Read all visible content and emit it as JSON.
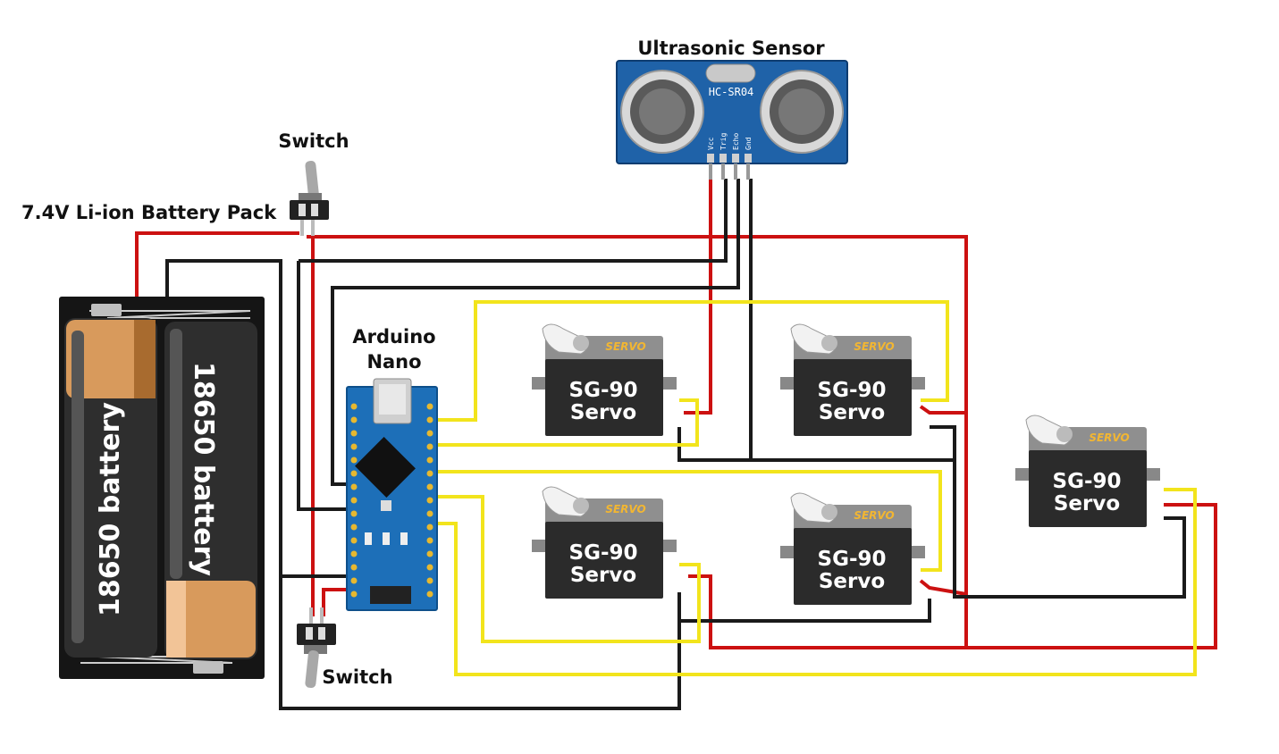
{
  "labels": {
    "ultrasonic_title": "Ultrasonic Sensor",
    "sensor_model": "HC-SR04",
    "sensor_pins": [
      "Vcc",
      "Trig",
      "Echo",
      "Gnd"
    ],
    "switch_top": "Switch",
    "switch_bottom": "Switch",
    "battery_pack": "7.4V Li-ion Battery Pack",
    "battery_cell": "18650 battery",
    "arduino_line1": "Arduino",
    "arduino_line2": "Nano",
    "servo_brand": "SERVO",
    "servo_line1": "SG-90",
    "servo_line2": "Servo"
  },
  "colors": {
    "wire_power": "#cc1111",
    "wire_ground": "#1a1a1a",
    "wire_signal": "#f2e41c",
    "sensor_board": "#1f62a8",
    "arduino_board": "#1d6fb8",
    "servo_body": "#2b2b2b",
    "battery_holder": "#151515"
  },
  "icons": {
    "switch": "toggle-switch-icon",
    "battery": "battery-cell-icon",
    "servo": "servo-motor-icon",
    "sensor": "ultrasonic-sensor-icon",
    "board": "microcontroller-board-icon"
  }
}
